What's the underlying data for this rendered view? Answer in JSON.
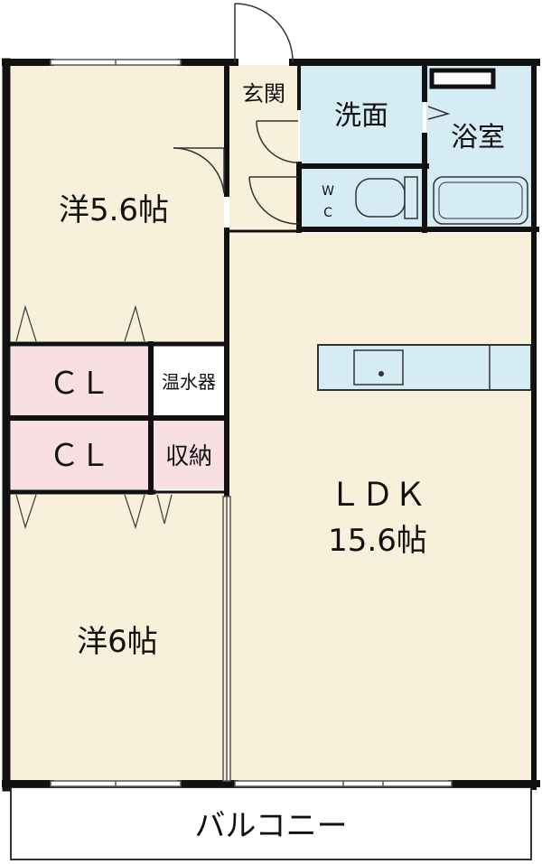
{
  "rooms": {
    "genkan": "玄関",
    "senmen": "洗面",
    "yokushitsu": "浴室",
    "wc_w": "W",
    "wc_c": "C",
    "western_upper": "洋5.6帖",
    "cl_upper": "ＣＬ",
    "cl_lower": "ＣＬ",
    "water_heater": "温水器",
    "storage": "収納",
    "ldk_name": "ＬＤＫ",
    "ldk_size": "15.6帖",
    "western_lower": "洋6帖",
    "balcony": "バルコニー"
  },
  "colors": {
    "floor": "#f9f0dc",
    "wet_area": "#d6ecf5",
    "closet": "#f8dfe4",
    "storage": "#f8dfe4",
    "wall": "#111111",
    "balcony": "#ffffff"
  }
}
